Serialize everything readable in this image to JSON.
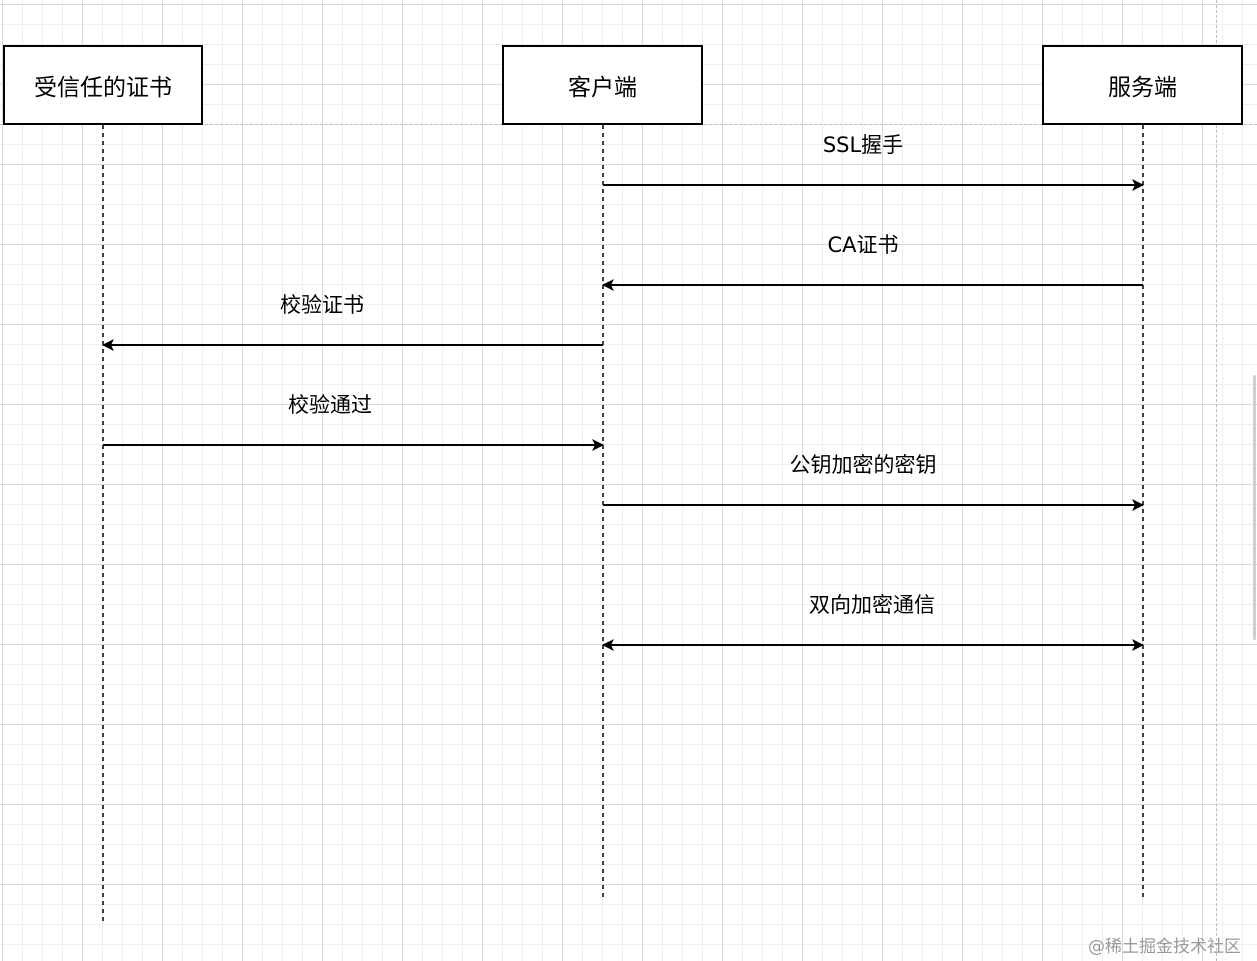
{
  "actors": [
    {
      "label": "受信任的证书"
    },
    {
      "label": "客户端"
    },
    {
      "label": "服务端"
    }
  ],
  "messages": [
    {
      "label": "SSL握手",
      "from": 1,
      "to": 2,
      "bidirectional": false
    },
    {
      "label": "CA证书",
      "from": 2,
      "to": 1,
      "bidirectional": false
    },
    {
      "label": "校验证书",
      "from": 1,
      "to": 0,
      "bidirectional": false
    },
    {
      "label": "校验通过",
      "from": 0,
      "to": 1,
      "bidirectional": false
    },
    {
      "label": "公钥加密的密钥",
      "from": 1,
      "to": 2,
      "bidirectional": false
    },
    {
      "label": "双向加密通信",
      "from": 1,
      "to": 2,
      "bidirectional": true
    }
  ],
  "watermark": "@稀土掘金技术社区"
}
